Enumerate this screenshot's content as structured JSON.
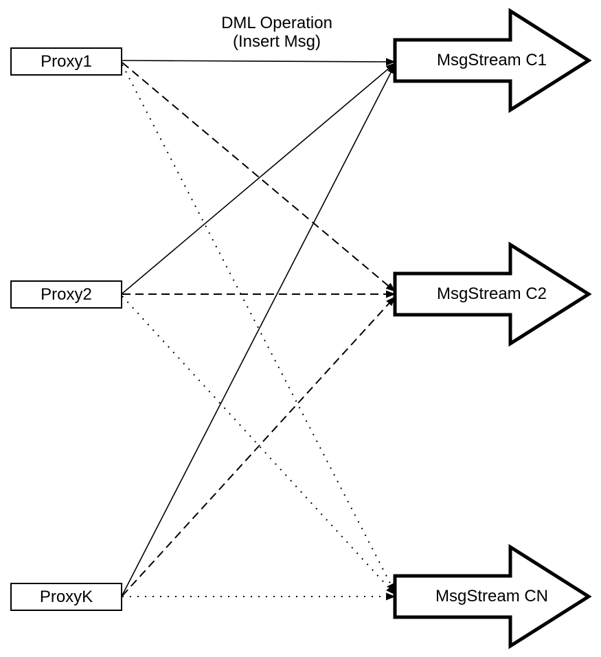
{
  "diagram": {
    "edge_label": {
      "line1": "DML Operation",
      "line2": "(Insert Msg)"
    },
    "proxies": [
      {
        "label": "Proxy1"
      },
      {
        "label": "Proxy2"
      },
      {
        "label": "ProxyK"
      }
    ],
    "streams": [
      {
        "label": "MsgStream C1"
      },
      {
        "label": "MsgStream C2"
      },
      {
        "label": "MsgStream CN"
      }
    ],
    "edges": [
      {
        "from": "Proxy1",
        "to": "MsgStream C1",
        "style": "solid",
        "label": "DML Operation (Insert Msg)"
      },
      {
        "from": "Proxy2",
        "to": "MsgStream C1",
        "style": "solid",
        "label": ""
      },
      {
        "from": "ProxyK",
        "to": "MsgStream C1",
        "style": "solid",
        "label": ""
      },
      {
        "from": "Proxy1",
        "to": "MsgStream C2",
        "style": "dashed",
        "label": ""
      },
      {
        "from": "Proxy2",
        "to": "MsgStream C2",
        "style": "dashed",
        "label": ""
      },
      {
        "from": "ProxyK",
        "to": "MsgStream C2",
        "style": "dashed",
        "label": ""
      },
      {
        "from": "Proxy1",
        "to": "MsgStream CN",
        "style": "dotted",
        "label": ""
      },
      {
        "from": "Proxy2",
        "to": "MsgStream CN",
        "style": "dotted",
        "label": ""
      },
      {
        "from": "ProxyK",
        "to": "MsgStream CN",
        "style": "dotted",
        "label": ""
      }
    ],
    "colors": {
      "stroke": "#000000",
      "node_fill": "#ffffff",
      "background": "#ffffff"
    }
  }
}
